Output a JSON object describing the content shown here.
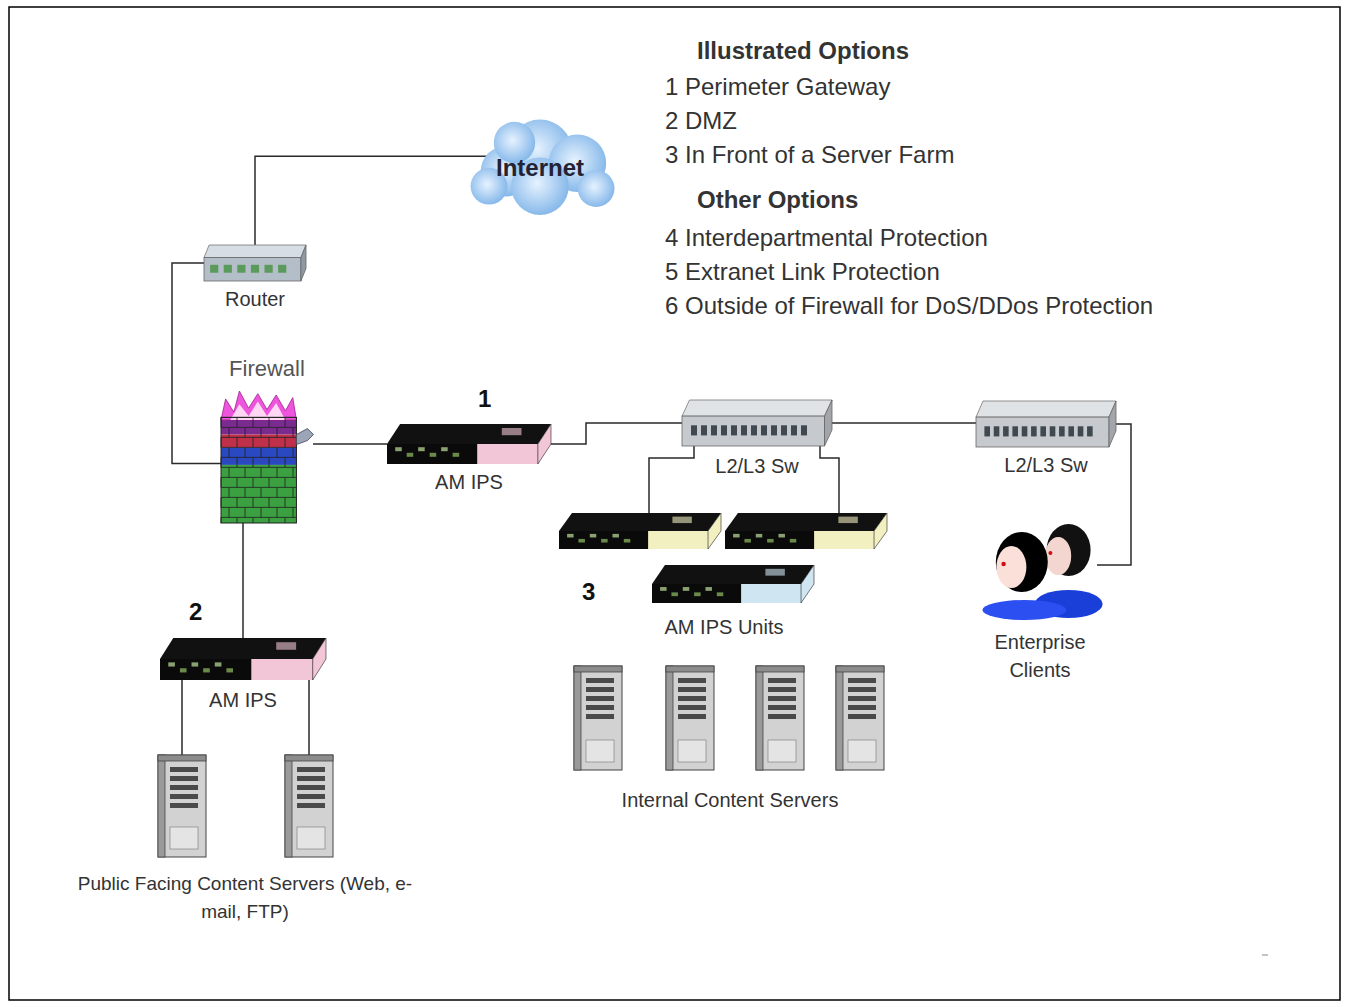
{
  "diagram": {
    "nodes": [
      {
        "text": [
          "Internet"
        ]
      },
      {
        "text": [
          "Router"
        ]
      },
      {
        "text": [
          "Firewall"
        ]
      },
      {
        "text": [
          "AM IPS"
        ]
      },
      {
        "text": [
          "L2/L3 Sw"
        ]
      },
      {
        "text": [
          "L2/L3 Sw"
        ]
      },
      {
        "text": [
          "AM IPS Units"
        ]
      },
      {
        "text": [
          "Enterprise Clients"
        ]
      },
      {
        "text": [
          "AM IPS"
        ]
      },
      {
        "text": [
          "Internal Content Servers"
        ]
      },
      {
        "text": [
          "Public Facing Content Servers (Web, e-mail, FTP)"
        ]
      }
    ],
    "edges": [
      {
        "from": 1,
        "to": 0,
        "arrow": "none"
      },
      {
        "from": 1,
        "to": 2,
        "arrow": "none"
      },
      {
        "from": 2,
        "to": 3,
        "arrow": "none"
      },
      {
        "from": 3,
        "to": 4,
        "arrow": "none"
      },
      {
        "from": 4,
        "to": 5,
        "arrow": "none"
      },
      {
        "from": 4,
        "to": 6,
        "arrow": "none"
      },
      {
        "from": 5,
        "to": 7,
        "arrow": "none"
      },
      {
        "from": 2,
        "to": 8,
        "arrow": "none"
      },
      {
        "from": 8,
        "to": 10,
        "arrow": "none"
      }
    ],
    "labels": [
      "Illustrated Options",
      "1 Perimeter Gateway",
      "2 DMZ",
      "3 In Front of a Server Farm",
      "Other Options",
      "4 Interdepartmental Protection",
      "5 Extranet Link Protection",
      "6 Outside of Firewall for DoS/DDos Protection",
      "1",
      "2",
      "3"
    ]
  }
}
